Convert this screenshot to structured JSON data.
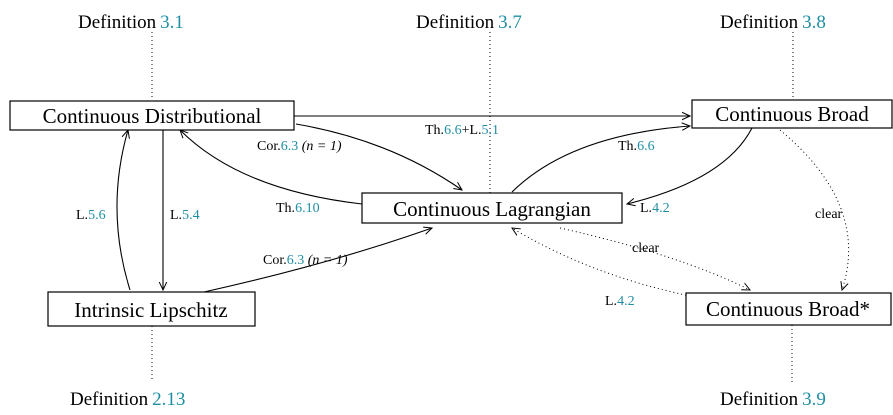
{
  "colors": {
    "reference": "#1f8ea3",
    "text": "#000000"
  },
  "definitions": {
    "d31": {
      "word": "Definition",
      "num": "3.1"
    },
    "d37": {
      "word": "Definition",
      "num": "3.7"
    },
    "d38": {
      "word": "Definition",
      "num": "3.8"
    },
    "d213": {
      "word": "Definition",
      "num": "2.13"
    },
    "d39": {
      "word": "Definition",
      "num": "3.9"
    }
  },
  "nodes": {
    "distributional": "Continuous Distributional",
    "broad": "Continuous Broad",
    "lagrangian": "Continuous Lagrangian",
    "lipschitz": "Intrinsic Lipschitz",
    "broad_star": "Continuous Broad*"
  },
  "edges": {
    "top": {
      "a": "Th.",
      "a_num": "6.6",
      "b": "+L.",
      "b_num": "5.1"
    },
    "cor_top": {
      "a": "Cor.",
      "a_num": "6.3",
      "tail": " (n = 1)"
    },
    "th66": {
      "a": "Th.",
      "a_num": "6.6"
    },
    "th610": {
      "a": "Th.",
      "a_num": "6.10"
    },
    "l42_top": {
      "a": "L.",
      "a_num": "4.2"
    },
    "l56": {
      "a": "L.",
      "a_num": "5.6"
    },
    "l54": {
      "a": "L.",
      "a_num": "5.4"
    },
    "cor_bottom": {
      "a": "Cor.",
      "a_num": "6.3",
      "tail": " (n = 1)"
    },
    "clear_right": "clear",
    "clear_mid": "clear",
    "l42_bottom": {
      "a": "L.",
      "a_num": "4.2"
    }
  }
}
